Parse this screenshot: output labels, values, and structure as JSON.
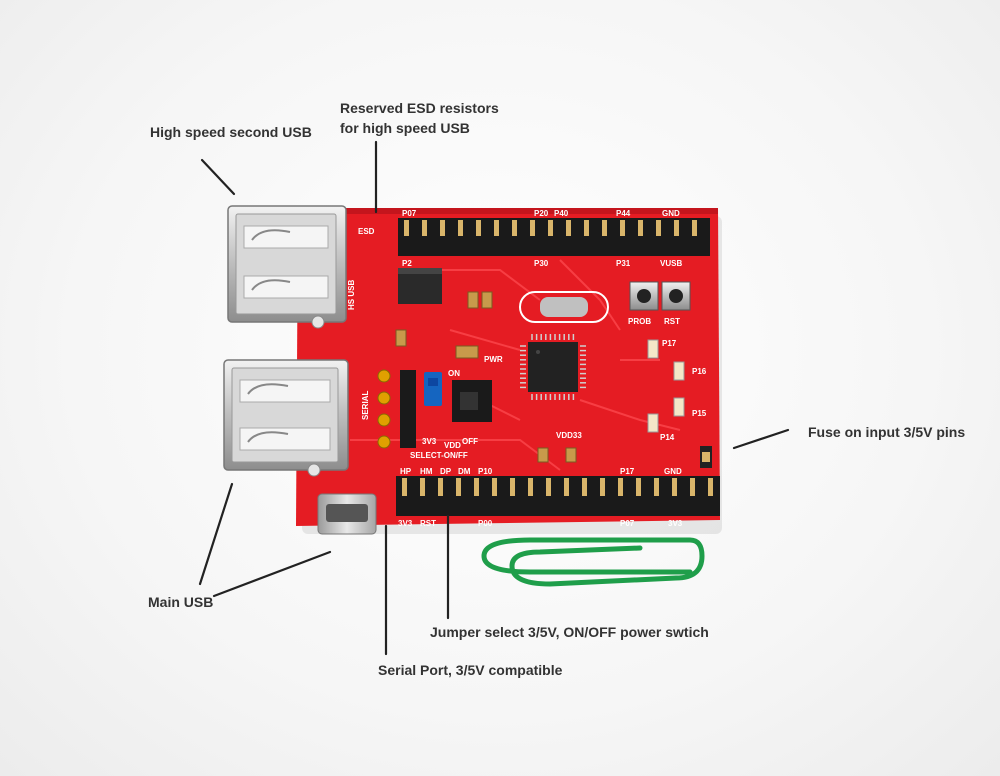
{
  "annotations": {
    "high_speed_usb": "High speed second USB",
    "esd_line1": "Reserved ESD resistors",
    "esd_line2": "for high speed USB",
    "fuse": "Fuse on input 3/5V pins",
    "main_usb": "Main USB",
    "jumper": "Jumper select 3/5V, ON/OFF power swtich",
    "serial": "Serial Port, 3/5V compatible"
  },
  "colors": {
    "pcb": "#e51c23",
    "pcb_dark": "#b3121b",
    "silkscreen": "#ffffff",
    "header": "#1a1a1a",
    "paperclip": "#1f9e4a",
    "label_text": "#333333"
  },
  "silkscreen": {
    "esd": "ESD",
    "hs_usb": "HS USB",
    "prob": "PROB",
    "rst_btn": "RST",
    "pwr": "PWR",
    "p17_led": "P17",
    "p16": "P16",
    "p15": "P15",
    "p14": "P14",
    "vdd33": "VDD33",
    "select": "SELECT-ON/FF",
    "v3v3": "3V3",
    "vdd": "VDD",
    "off": "OFF",
    "on": "ON",
    "serial": "SERIAL",
    "top_p07": "P07",
    "top_p20": "P20",
    "top_p40": "P40",
    "top_p44": "P44",
    "top_gnd": "GND",
    "top_p2": "P2",
    "top_p30": "P30",
    "top_p31": "P31",
    "top_vusb": "VUSB",
    "bot_hp": "HP",
    "bot_hm": "HM",
    "bot_dp": "DP",
    "bot_dm": "DM",
    "bot_p10": "P10",
    "bot_p17": "P17",
    "bot_gnd": "GND",
    "bot_3v3a": "3V3",
    "bot_rst": "RST",
    "bot_p00": "P00",
    "bot_p07": "P07",
    "bot_3v3b": "3V3"
  }
}
